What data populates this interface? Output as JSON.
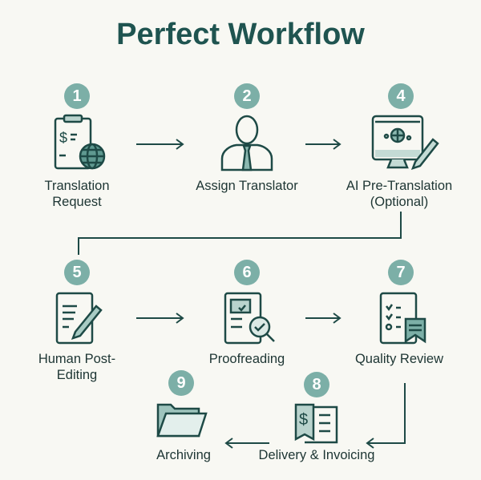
{
  "title": "Perfect Workflow",
  "steps": [
    {
      "num": "1",
      "label1": "Translation",
      "label2": "Request",
      "icon": "clipboard-globe-icon"
    },
    {
      "num": "2",
      "label1": "Assign Translator",
      "label2": "",
      "icon": "person-icon"
    },
    {
      "num": "4",
      "label1": "AI Pre-Translation",
      "label2": "(Optional)",
      "icon": "monitor-pen-icon"
    },
    {
      "num": "5",
      "label1": "Human Post-",
      "label2": "Editing",
      "icon": "document-pen-icon"
    },
    {
      "num": "6",
      "label1": "Proofreading",
      "label2": "",
      "icon": "document-magnifier-icon"
    },
    {
      "num": "7",
      "label1": "Quality Review",
      "label2": "",
      "icon": "checklist-icon"
    },
    {
      "num": "8",
      "label1": "Delivery & Invoicing",
      "label2": "",
      "icon": "invoice-icon"
    },
    {
      "num": "9",
      "label1": "Archiving",
      "label2": "",
      "icon": "folder-icon"
    }
  ],
  "colors": {
    "accent": "#7cafa7",
    "stroke": "#1e4a46",
    "title": "#1f5450",
    "background": "#f8f8f3"
  }
}
